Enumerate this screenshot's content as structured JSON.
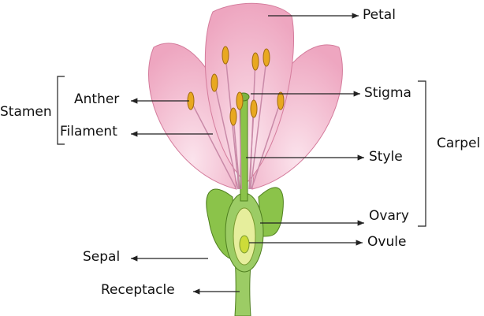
{
  "labels": {
    "petal": "Petal",
    "stigma": "Stigma",
    "style": "Style",
    "ovary": "Ovary",
    "ovule": "Ovule",
    "carpel": "Carpel",
    "stamen": "Stamen",
    "anther": "Anther",
    "filament": "Filament",
    "sepal": "Sepal",
    "receptacle": "Receptacle"
  },
  "colors": {
    "petal": "#f2b3c8",
    "petal_dark": "#d97aa0",
    "green": "#7cb342",
    "anther": "#e0a020"
  }
}
